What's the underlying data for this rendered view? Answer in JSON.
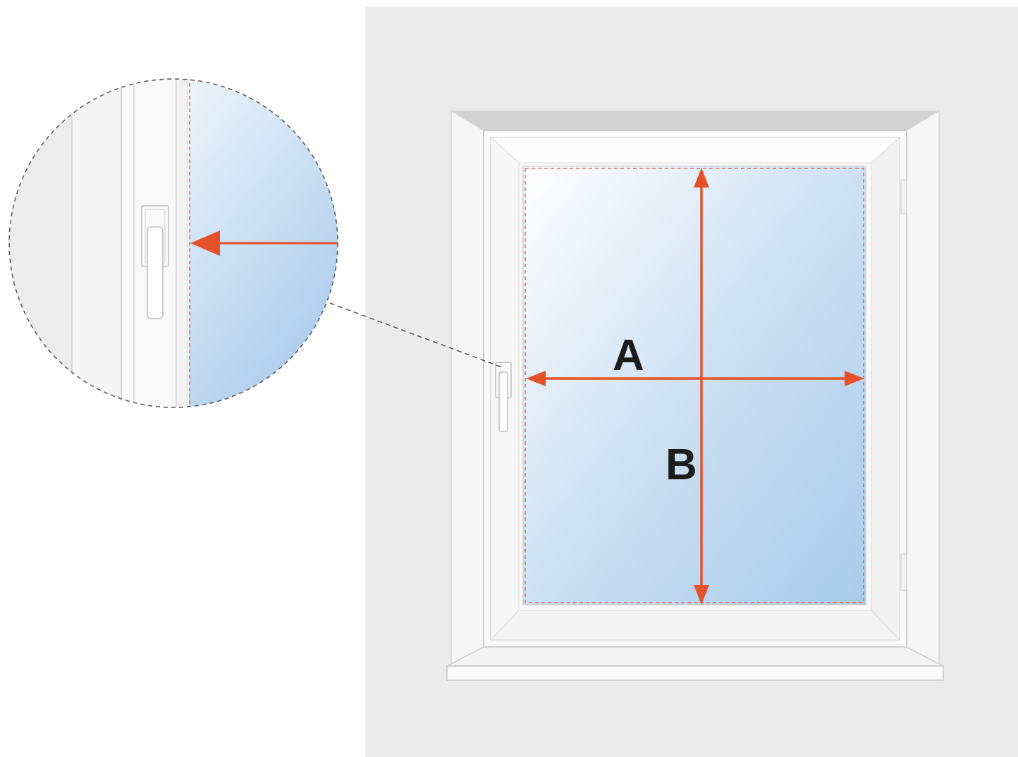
{
  "labels": {
    "width": "A",
    "height": "B"
  },
  "colors": {
    "wall": "#ebebeb",
    "frame": "#f4f4f4",
    "frame_outline": "#cfcfcf",
    "glass_light": "#ffffff",
    "glass_dark": "#a9cbec",
    "measure_arrow": "#e4522b",
    "dashed_guide": "#e46a5a",
    "callout_outline": "#666666"
  },
  "icons": {
    "handle": "window-handle-icon",
    "detail_view": "magnifier-detail-circle"
  }
}
